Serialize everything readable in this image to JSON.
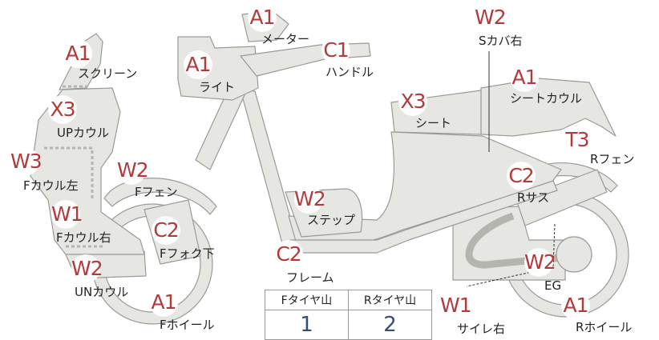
{
  "colors": {
    "code": "#b23a3a",
    "shape_fill": "#e6e6e3",
    "shape_stroke": "#9a9a96",
    "tread_value": "#2f4f7f"
  },
  "parts": {
    "meter": {
      "code": "A1",
      "label": "メーター"
    },
    "handle": {
      "code": "C1",
      "label": "ハンドル"
    },
    "screen": {
      "code": "A1",
      "label": "スクリーン"
    },
    "light": {
      "code": "A1",
      "label": "ライト"
    },
    "up_cowl": {
      "code": "X3",
      "label": "UPカウル"
    },
    "f_cowl_left": {
      "code": "W3",
      "label": "Fカウル左"
    },
    "f_fender": {
      "code": "W2",
      "label": "Fフェン"
    },
    "f_cowl_right": {
      "code": "W1",
      "label": "Fカウル右"
    },
    "f_fork_lower": {
      "code": "C2",
      "label": "Fフォク下"
    },
    "un_cowl": {
      "code": "W2",
      "label": "UNカウル"
    },
    "f_wheel": {
      "code": "A1",
      "label": "Fホイール"
    },
    "step": {
      "code": "W2",
      "label": "ステップ"
    },
    "frame": {
      "code": "C2",
      "label": "フレーム"
    },
    "s_cover_right": {
      "code": "W2",
      "label": "Sカバ右"
    },
    "seat_cowl": {
      "code": "A1",
      "label": "シートカウル"
    },
    "seat": {
      "code": "X3",
      "label": "シート"
    },
    "r_fender": {
      "code": "T3",
      "label": "Rフェン"
    },
    "r_suspension": {
      "code": "C2",
      "label": "Rサス"
    },
    "engine": {
      "code": "W2",
      "label": "EG"
    },
    "muffler_right": {
      "code": "W1",
      "label": "サイレ右"
    },
    "r_wheel": {
      "code": "A1",
      "label": "Rホイール"
    }
  },
  "tread_table": {
    "front_header": "Fタイヤ山",
    "rear_header": "Rタイヤ山",
    "front_value": "1",
    "rear_value": "2"
  }
}
